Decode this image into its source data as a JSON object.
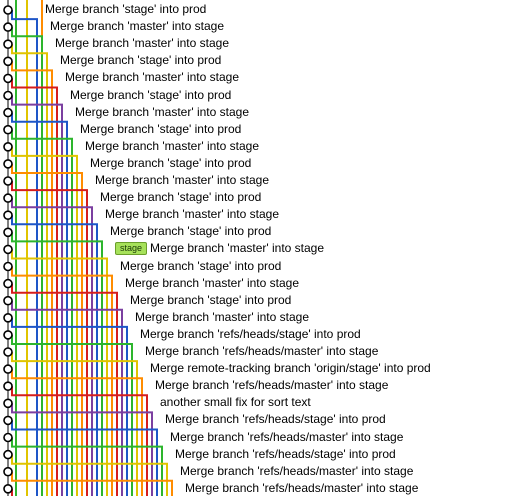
{
  "commits": [
    {
      "message": "Merge branch 'stage' into prod"
    },
    {
      "message": "Merge branch 'master' into stage"
    },
    {
      "message": "Merge branch 'master' into stage"
    },
    {
      "message": "Merge branch 'stage' into prod"
    },
    {
      "message": "Merge branch 'master' into stage"
    },
    {
      "message": "Merge branch 'stage' into prod"
    },
    {
      "message": "Merge branch 'master' into stage"
    },
    {
      "message": "Merge branch 'stage' into prod"
    },
    {
      "message": "Merge branch 'master' into stage"
    },
    {
      "message": "Merge branch 'stage' into prod"
    },
    {
      "message": "Merge branch 'master' into stage"
    },
    {
      "message": "Merge branch 'stage' into prod"
    },
    {
      "message": "Merge branch 'master' into stage"
    },
    {
      "message": "Merge branch 'stage' into prod"
    },
    {
      "message": "Merge branch 'master' into stage",
      "ref": "stage"
    },
    {
      "message": "Merge branch 'stage' into prod"
    },
    {
      "message": "Merge branch 'master' into stage"
    },
    {
      "message": "Merge branch 'stage' into prod"
    },
    {
      "message": "Merge branch 'master' into stage"
    },
    {
      "message": "Merge branch 'refs/heads/stage' into prod"
    },
    {
      "message": "Merge branch 'refs/heads/master' into stage"
    },
    {
      "message": "Merge remote-tracking branch 'origin/stage' into prod"
    },
    {
      "message": "Merge branch 'refs/heads/master' into stage"
    },
    {
      "message": "another small fix for sort text"
    },
    {
      "message": "Merge branch 'refs/heads/stage' into prod"
    },
    {
      "message": "Merge branch 'refs/heads/master' into stage"
    },
    {
      "message": "Merge branch 'refs/heads/stage' into prod"
    },
    {
      "message": "Merge branch 'refs/heads/master' into stage"
    },
    {
      "message": "Merge branch 'refs/heads/master' into stage"
    }
  ],
  "lane_colors": [
    "#1e56c8",
    "#2db52d",
    "#e0c400",
    "#ff8c00",
    "#d61e1e",
    "#7b3fa0"
  ],
  "node_color": "#000000",
  "ref_badge_color": "#a6e15a"
}
